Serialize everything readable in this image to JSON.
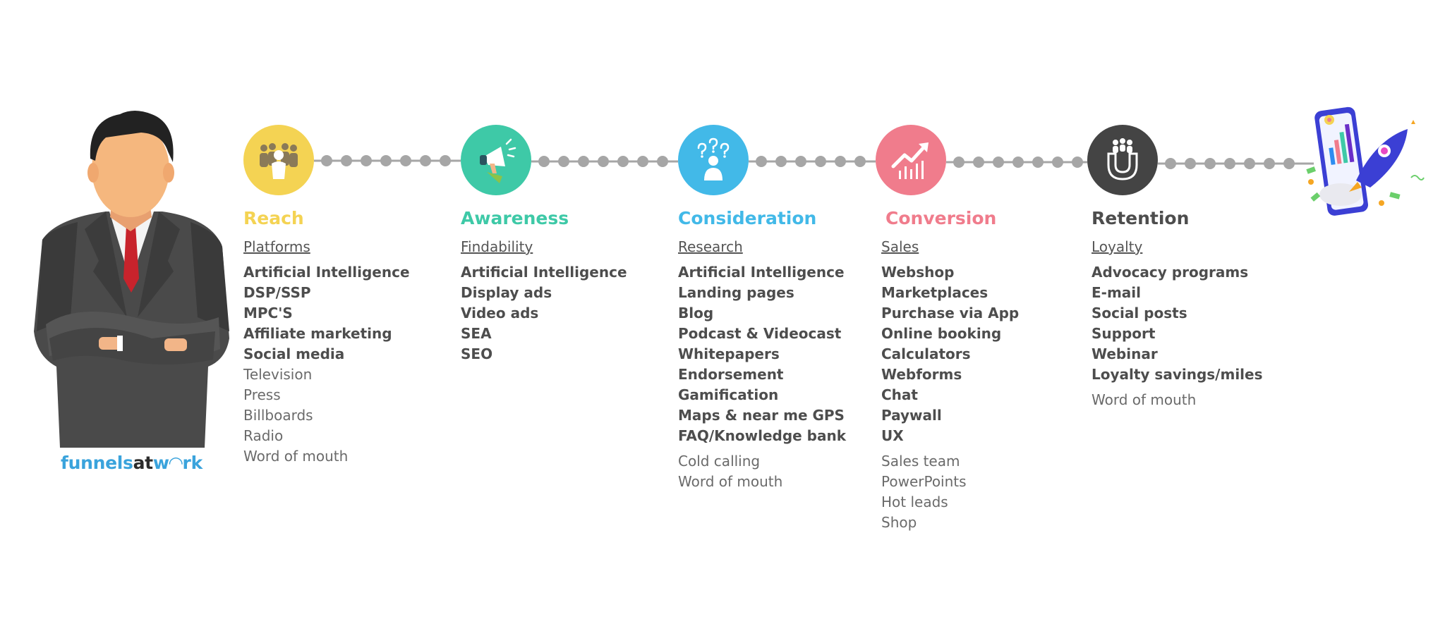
{
  "logo": {
    "part1": "funnels",
    "part2": "at",
    "part3": "w",
    "part4": "rk",
    "dot_color": "#3aa3dc"
  },
  "colors": {
    "reach": "#f4d353",
    "awareness": "#3ec9a7",
    "consideration": "#42b9e8",
    "conversion": "#f07c8c",
    "retention": "#444444",
    "dots": "#a6a6a6"
  },
  "stages": [
    {
      "key": "reach",
      "title": "Reach",
      "icon": "people-group-icon",
      "category": "Platforms",
      "bold_items": [
        "Artificial Intelligence",
        "DSP/SSP",
        "MPC'S",
        "Affiliate marketing",
        "Social media"
      ],
      "light_items": [
        "Television",
        "Press",
        "Billboards",
        "Radio",
        "Word of mouth"
      ]
    },
    {
      "key": "awareness",
      "title": "Awareness",
      "icon": "megaphone-icon",
      "category": "Findability",
      "bold_items": [
        "Artificial Intelligence",
        "Display ads",
        "Video ads",
        "SEA",
        "SEO"
      ],
      "light_items": []
    },
    {
      "key": "consideration",
      "title": "Consideration",
      "icon": "thinking-person-icon",
      "category": "Research",
      "bold_items": [
        "Artificial Intelligence",
        "Landing pages",
        "Blog",
        "Podcast & Videocast",
        "Whitepapers",
        "Endorsement",
        "Gamification",
        "Maps & near me GPS",
        "FAQ/Knowledge bank"
      ],
      "light_items": [
        "Cold calling",
        "Word of mouth"
      ]
    },
    {
      "key": "conversion",
      "title": "Conversion",
      "icon": "growth-chart-icon",
      "category": "Sales",
      "bold_items": [
        "Webshop",
        "Marketplaces",
        "Purchase via App",
        "Online booking",
        "Calculators",
        "Webforms",
        "Chat",
        "Paywall",
        "UX"
      ],
      "light_items": [
        "Sales team",
        "PowerPoints",
        "Hot leads",
        "Shop"
      ]
    },
    {
      "key": "retention",
      "title": "Retention",
      "icon": "magnet-people-icon",
      "category": "Loyalty",
      "bold_items": [
        "Advocacy programs",
        "E-mail",
        "Social posts",
        "Support",
        "Webinar",
        "Loyalty savings/miles"
      ],
      "light_items": [
        "Word of mouth"
      ]
    }
  ]
}
